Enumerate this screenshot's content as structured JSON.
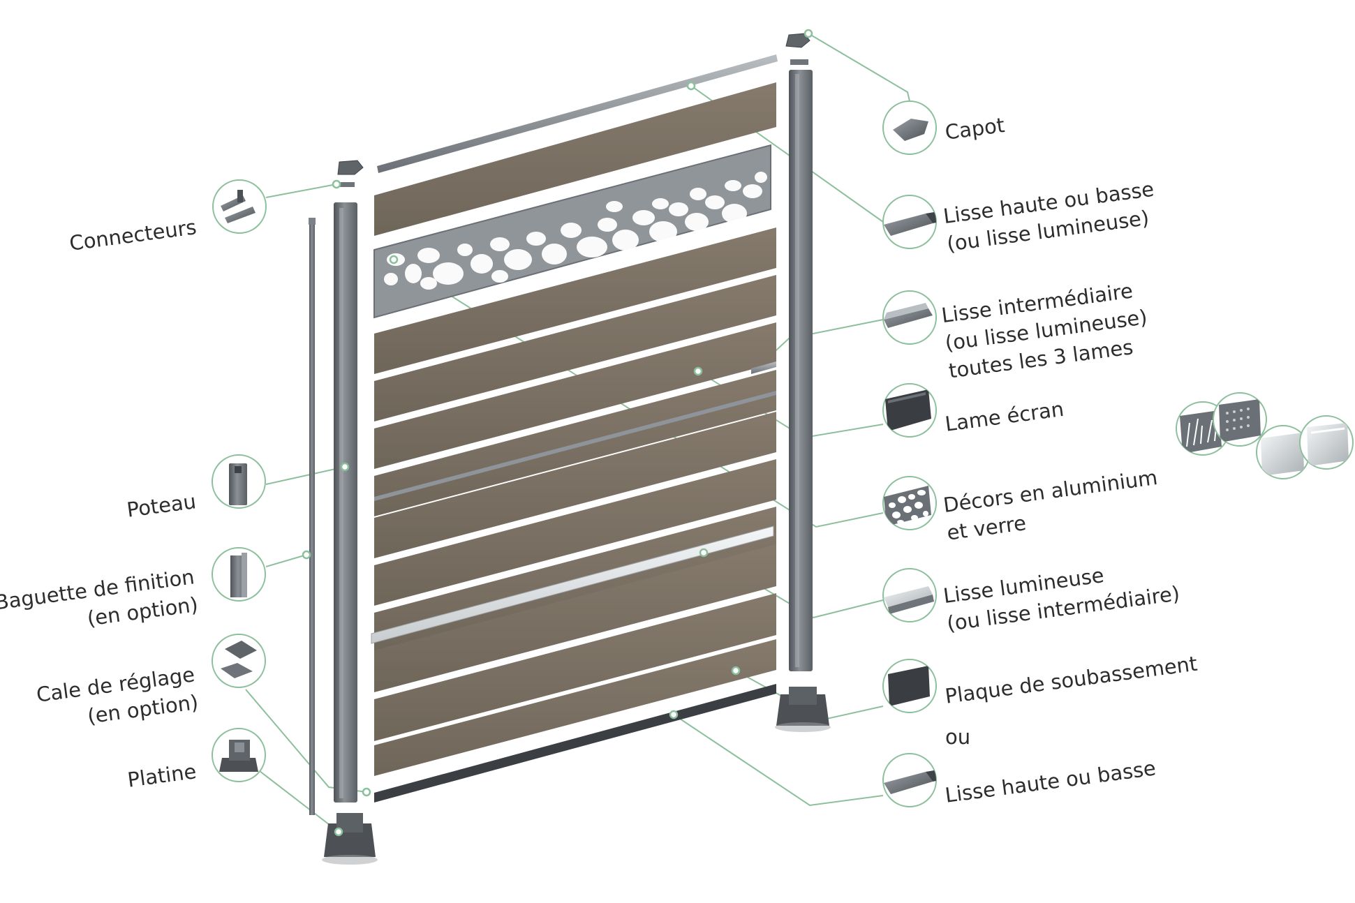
{
  "labels": {
    "connecteurs": "Connecteurs",
    "poteau": "Poteau",
    "baguette_1": "Baguette de finition",
    "baguette_2": "(en option)",
    "cale_1": "Cale de réglage",
    "cale_2": "(en option)",
    "platine": "Platine",
    "capot": "Capot",
    "lisse_haute_1": "Lisse haute ou basse",
    "lisse_haute_2": "(ou lisse lumineuse)",
    "lisse_inter_1": "Lisse intermédiaire",
    "lisse_inter_2": "(ou lisse lumineuse)",
    "lisse_inter_3": "toutes les 3 lames",
    "lame_ecran": "Lame écran",
    "decors_1": "Décors en aluminium",
    "decors_2": "et verre",
    "lisse_lum_1": "Lisse lumineuse",
    "lisse_lum_2": "(ou lisse intermédiaire)",
    "plaque": "Plaque de soubassement",
    "ou": "ou",
    "lisse_basse": "Lisse haute ou basse"
  },
  "colors": {
    "leader_line": "#8cbf9c",
    "callout_circle": "#8cbf9c",
    "panel_wood": "#7a7063",
    "post_aluminium": "#6e7479",
    "decor_panel": "#8f9599",
    "light_rail": "#e8ecee",
    "label_text": "#2d2d2d"
  }
}
